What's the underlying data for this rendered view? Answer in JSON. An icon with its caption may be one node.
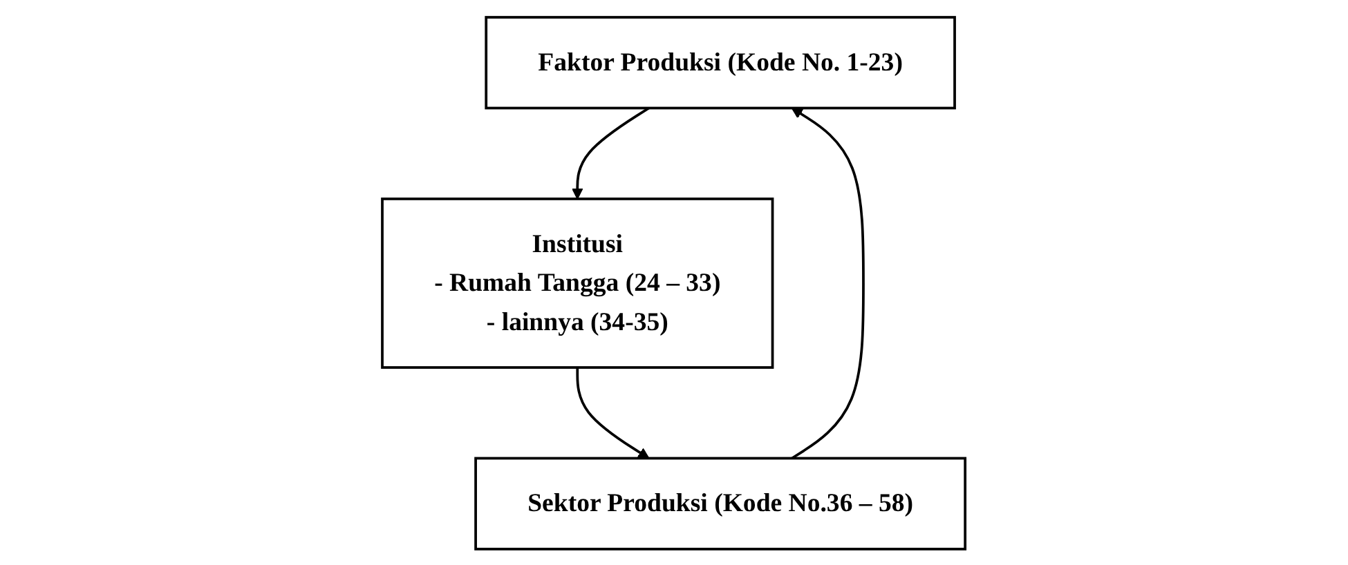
{
  "diagram": {
    "nodes": [
      {
        "text": [
          "Faktor Produksi (Kode No. 1-23)"
        ]
      },
      {
        "text": [
          "Sektor Produksi (Kode No.36 – 58)"
        ]
      },
      {
        "text": [
          "Institusi",
          "- Rumah Tangga (24 – 33)",
          "- lainnya (34-35)"
        ]
      }
    ],
    "edges": [
      {
        "from": 0,
        "to": 2,
        "arrow": "to"
      },
      {
        "from": 2,
        "to": 1,
        "arrow": "to"
      },
      {
        "from": 1,
        "to": 0,
        "arrow": "to"
      }
    ]
  }
}
